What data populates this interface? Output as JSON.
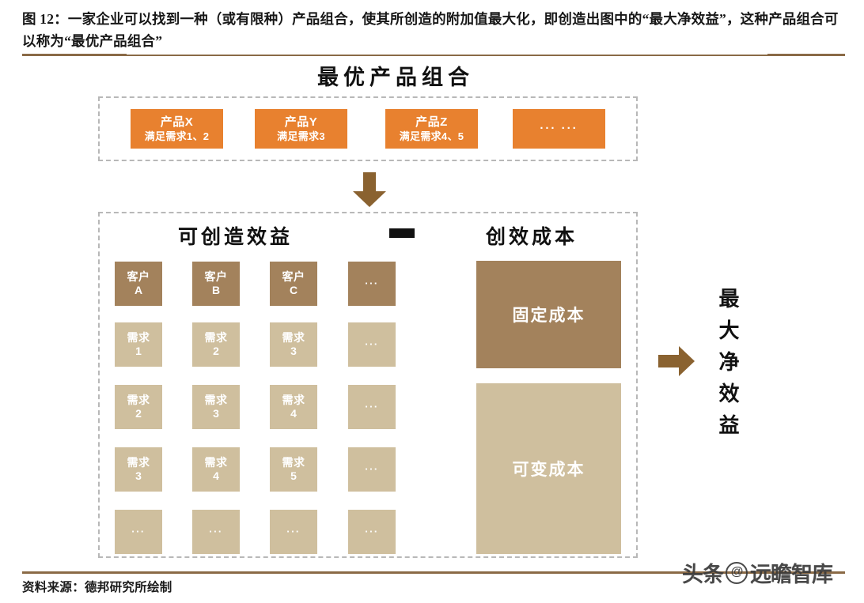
{
  "caption": "图 12：一家企业可以找到一种（或有限种）产品组合，使其所创造的附加值最大化，即创造出图中的“最大净效益”，这种产品组合可以称为“最优产品组合”",
  "chart_title": "最优产品组合",
  "colors": {
    "orange": "#E8812F",
    "dark_tan": "#A3825C",
    "light_tan": "#CFBF9E",
    "rule_brown": "#8A6A46",
    "dashed_gray": "#B8B8B8"
  },
  "products": [
    {
      "title": "产品X",
      "subtitle": "满足需求1、2"
    },
    {
      "title": "产品Y",
      "subtitle": "满足需求3"
    },
    {
      "title": "产品Z",
      "subtitle": "满足需求4、5"
    },
    {
      "title": "",
      "subtitle": "",
      "dots": "··· ···"
    }
  ],
  "sections": {
    "benefit_heading": "可创造效益",
    "operator": "−",
    "cost_heading": "创效成本"
  },
  "benefit_grid": {
    "columns": [
      {
        "header": {
          "line1": "客户",
          "line2": "A"
        },
        "cells": [
          {
            "line1": "需求",
            "line2": "1"
          },
          {
            "line1": "需求",
            "line2": "2"
          },
          {
            "line1": "需求",
            "line2": "3"
          },
          {
            "dots": "···"
          }
        ]
      },
      {
        "header": {
          "line1": "客户",
          "line2": "B"
        },
        "cells": [
          {
            "line1": "需求",
            "line2": "2"
          },
          {
            "line1": "需求",
            "line2": "3"
          },
          {
            "line1": "需求",
            "line2": "4"
          },
          {
            "dots": "···"
          }
        ]
      },
      {
        "header": {
          "line1": "客户",
          "line2": "C"
        },
        "cells": [
          {
            "line1": "需求",
            "line2": "3"
          },
          {
            "line1": "需求",
            "line2": "4"
          },
          {
            "line1": "需求",
            "line2": "5"
          },
          {
            "dots": "···"
          }
        ]
      },
      {
        "header": {
          "dots": "···"
        },
        "cells": [
          {
            "dots": "···"
          },
          {
            "dots": "···"
          },
          {
            "dots": "···"
          },
          {
            "dots": "···"
          }
        ]
      }
    ]
  },
  "costs": [
    {
      "label": "固定成本"
    },
    {
      "label": "可变成本"
    }
  ],
  "result": {
    "label": "最大净效益",
    "chars": [
      "最",
      "大",
      "净",
      "效",
      "益"
    ]
  },
  "footer": {
    "source": "资料来源：德邦研究所绘制",
    "watermark_left": "头条",
    "watermark_at": "@",
    "watermark_right": "远瞻智库"
  }
}
